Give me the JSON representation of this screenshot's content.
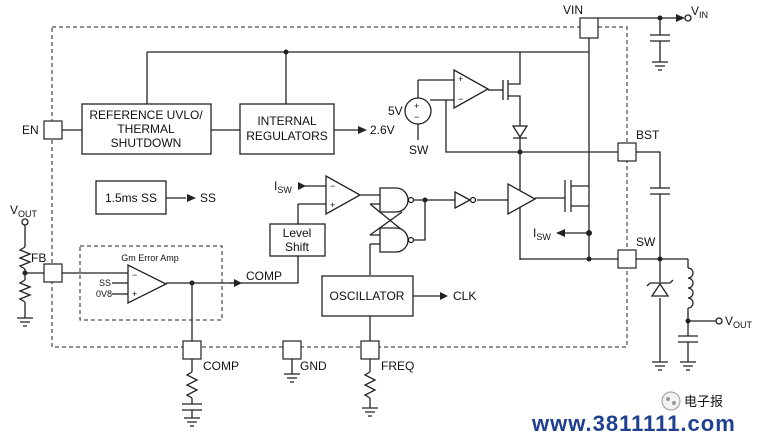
{
  "pins": {
    "vin": "VIN",
    "en": "EN",
    "bst": "BST",
    "sw": "SW",
    "comp": "COMP",
    "gnd": "GND",
    "freq": "FREQ",
    "fb": "FB"
  },
  "rails": {
    "vin_main": "V",
    "vin_sub": "IN",
    "vout_main": "V",
    "vout_sub": "OUT"
  },
  "blocks": {
    "reference_line1": "REFERENCE UVLO/",
    "reference_line2": "THERMAL",
    "reference_line3": "SHUTDOWN",
    "regulators_line1": "INTERNAL",
    "regulators_line2": "REGULATORS",
    "soft_start": "1.5ms SS",
    "level_shift_line1": "Level",
    "level_shift_line2": "Shift",
    "oscillator": "OSCILLATOR",
    "error_amp": "Gm Error Amp"
  },
  "signals": {
    "v26": "2.6V",
    "ss": "SS",
    "clk": "CLK",
    "comp": "COMP",
    "v5": "5V",
    "sw_ref": "SW",
    "isw_main": "I",
    "isw_sub": "SW",
    "ss_in": "SS",
    "vref_in": "0V8"
  },
  "watermark": {
    "brand": "电子报",
    "url": "www.3811111.com"
  }
}
